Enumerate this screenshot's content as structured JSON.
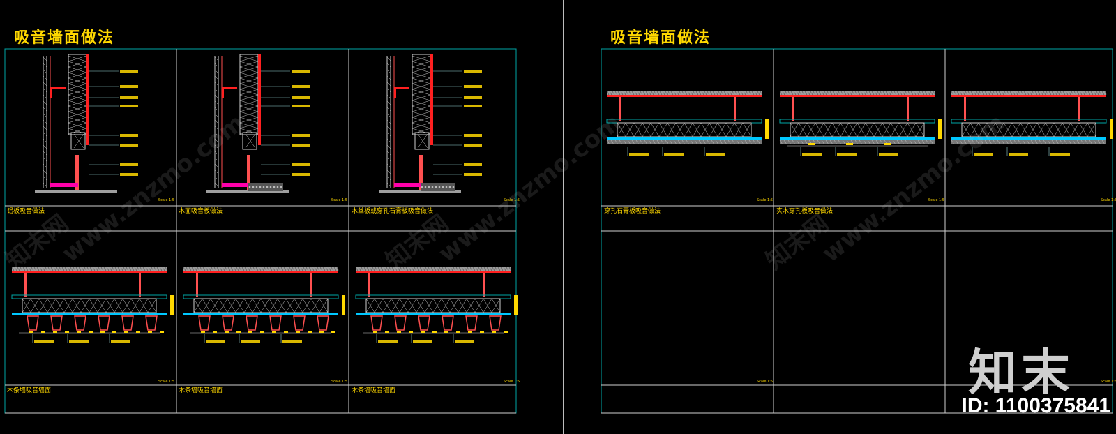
{
  "sheets": [
    {
      "title": "吸音墙面做法",
      "captions": [
        "铝板吸音做法",
        "木面吸音板做法",
        "木丝板或穿孔石膏板吸音做法",
        "木条墙吸音墙面",
        "木条墙吸音墙面",
        "木条墙吸音墙面"
      ]
    },
    {
      "title": "吸音墙面做法",
      "captions": [
        "穿孔石膏板吸音做法",
        "实木穿孔板吸音做法"
      ]
    }
  ],
  "scale_label": "Scale 1:5",
  "watermark": {
    "site": "www.znzmo.com",
    "brand": "知末网",
    "logo": "知末",
    "id": "ID: 1100375841"
  },
  "colors": {
    "background": "#000000",
    "frame": "#00a6a6",
    "title": "#ffd800",
    "section_red": "#ff2020",
    "hatch_green": "#00c800"
  }
}
